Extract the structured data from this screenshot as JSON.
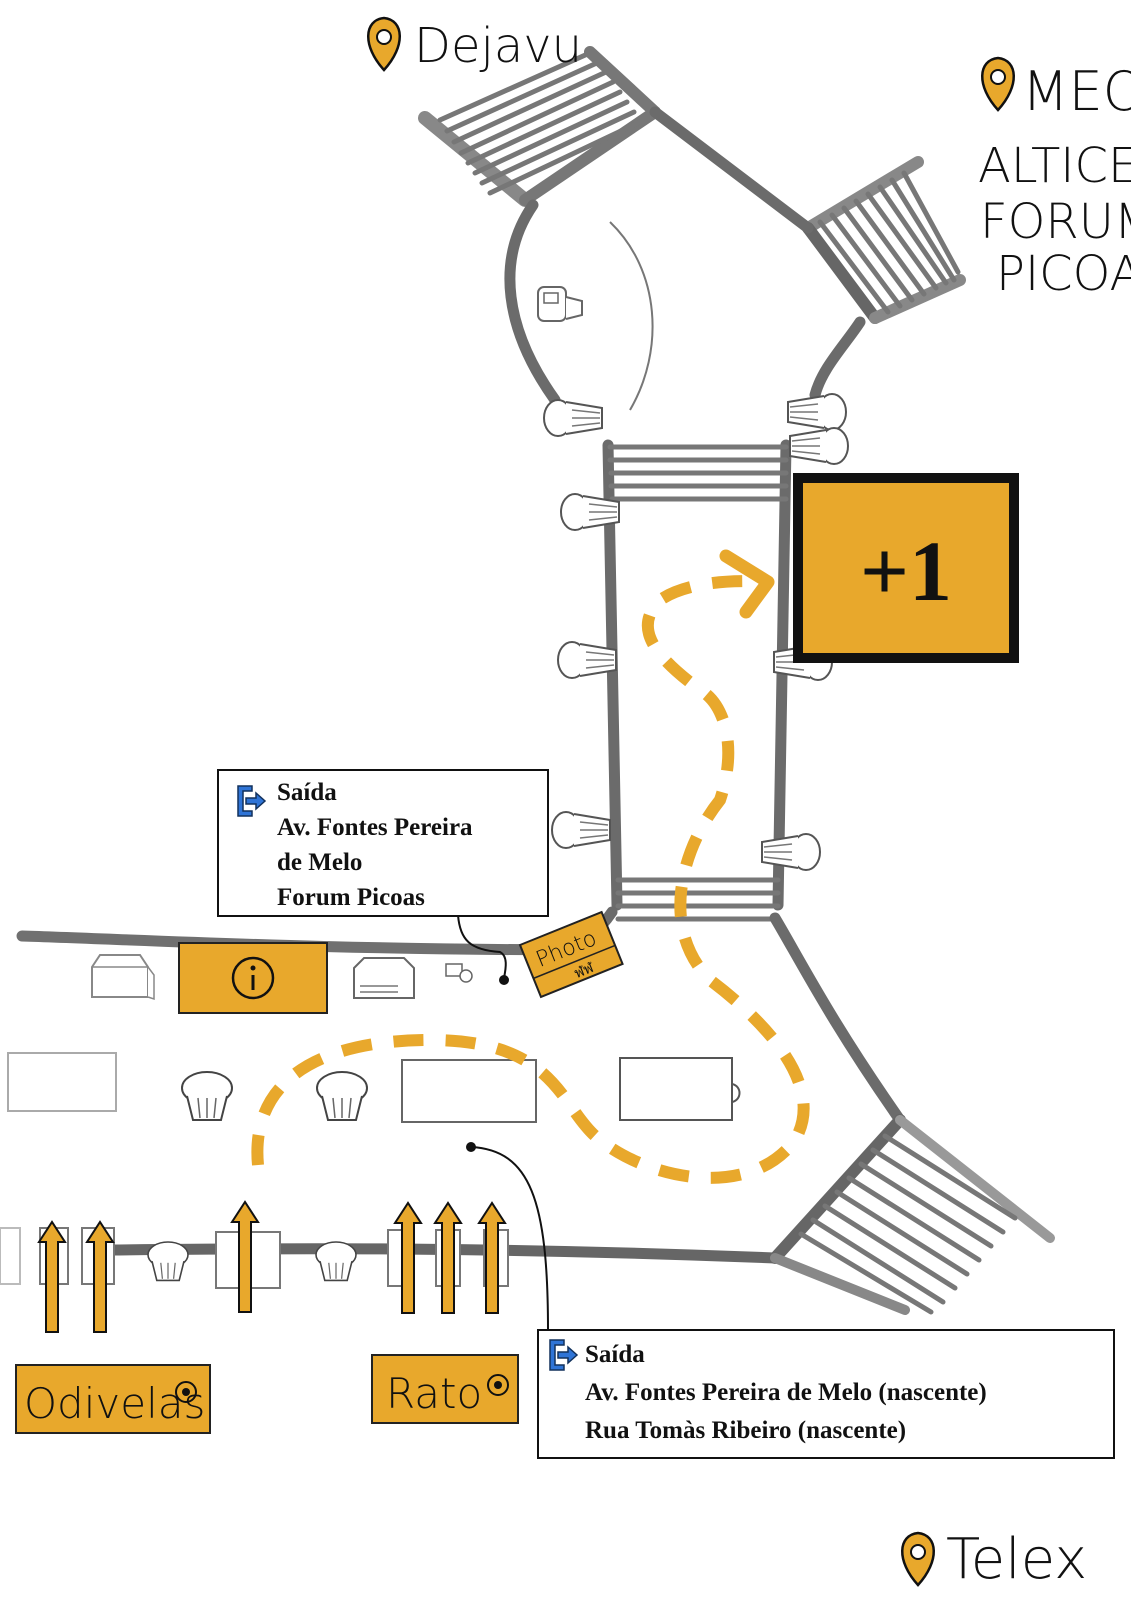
{
  "colors": {
    "accent": "#E8A82C",
    "corridor": "#6d6d6d",
    "stairs": "#8a8a8a",
    "exit_icon": "#2f74d6"
  },
  "places": {
    "dejavu": "Dejavu",
    "meo_1": "MEO/",
    "meo_2": "ALTICE/",
    "meo_3": "FORUM",
    "meo_4": "PICOAS",
    "telex": "Telex"
  },
  "level_badge": "+1",
  "photo_booth": {
    "line1": "Photo",
    "line2": "ฬฬ"
  },
  "info_icon": "info-icon",
  "exit_top": {
    "line1": "Saída",
    "line2": "Av. Fontes Pereira",
    "line3": "de Melo",
    "line4": "Forum Picoas"
  },
  "exit_bottom": {
    "line1": "Saída",
    "line2": "Av. Fontes Pereira de Melo (nascente)",
    "line3": "Rua Tomàs Ribeiro (nascente)"
  },
  "directions": {
    "odivelas": "Odivelas",
    "rato": "Rato"
  }
}
